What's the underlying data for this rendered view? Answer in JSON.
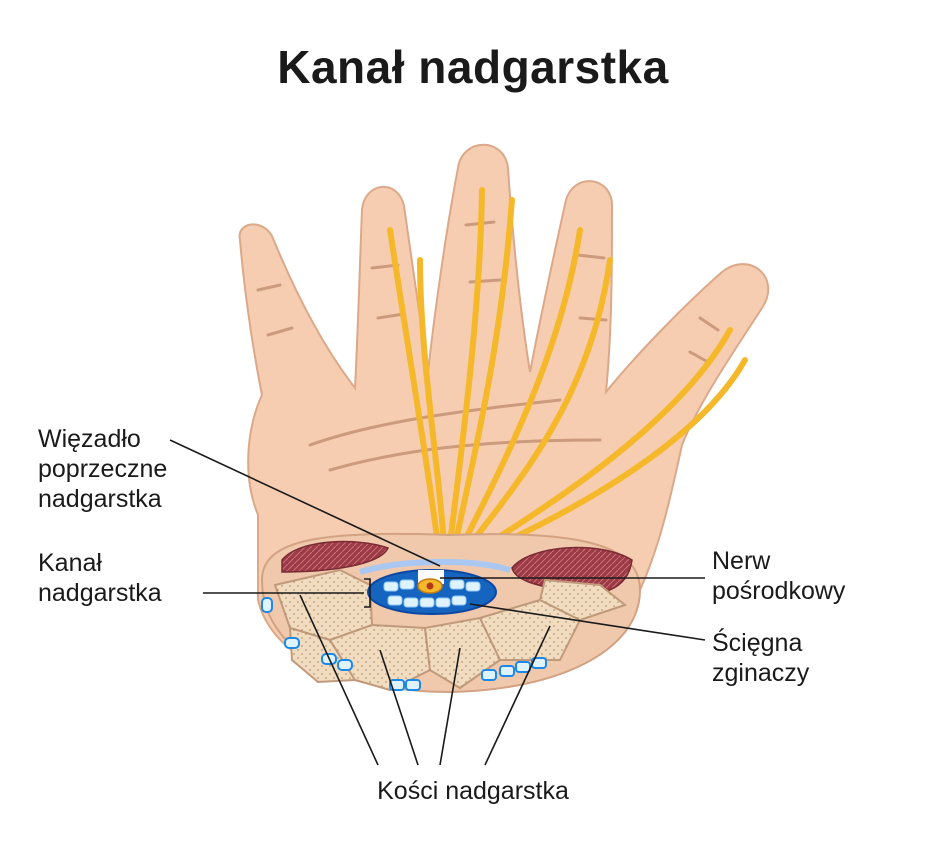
{
  "title": "Kanał nadgarstka",
  "labels": {
    "ligament": [
      "Więzadło",
      "poprzeczne",
      "nadgarstka"
    ],
    "canal": [
      "Kanał",
      "nadgarstka"
    ],
    "nerve": [
      "Nerw",
      "pośrodkowy"
    ],
    "tendons": [
      "Ścięgna",
      "zginaczy"
    ],
    "bones": "Kości nadgarstka"
  },
  "colors": {
    "skin": "#f6cdb0",
    "skin_outline": "#dca88a",
    "nerve": "#f5b82b",
    "muscle": "#9c3a45",
    "canal": "#1565c0",
    "tendon": "#dff3ff",
    "bone": "#f2dcc0"
  }
}
